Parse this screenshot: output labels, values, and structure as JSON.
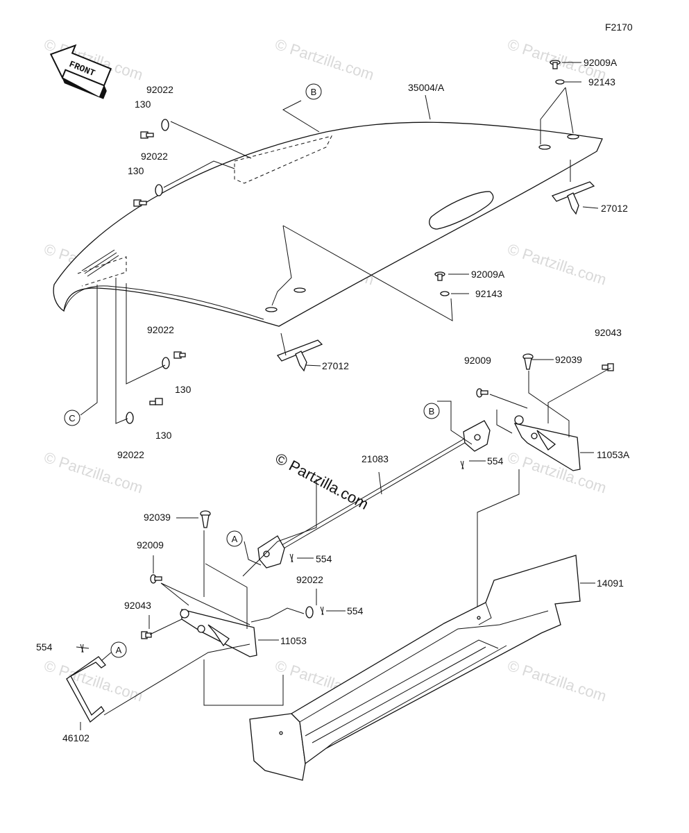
{
  "figure_id": "F2170",
  "front_arrow_label": "FRONT",
  "watermarks": {
    "small": "© Partzilla.com",
    "center": "© Partzilla.com"
  },
  "callouts": [
    "A",
    "B",
    "C"
  ],
  "labels": {
    "l35004": "35004/A",
    "l92009A_top": "92009A",
    "l92143_top": "92143",
    "l27012_right": "27012",
    "l92022_a": "92022",
    "l130_a": "130",
    "l92022_b": "92022",
    "l130_b": "130",
    "l92009A_mid": "92009A",
    "l92143_mid": "92143",
    "l27012_mid": "27012",
    "l92022_c": "92022",
    "l130_c": "130",
    "l130_d": "130",
    "l92022_d": "92022",
    "l92043_right": "92043",
    "l92009_right": "92009",
    "l92039_right": "92039",
    "l21083": "21083",
    "l554_right": "554",
    "l11053A": "11053A",
    "l92039_left": "92039",
    "l92009_left": "92009",
    "l554_mid": "554",
    "l92022_e": "92022",
    "l554_low": "554",
    "l92043_left": "92043",
    "l11053": "11053",
    "l554_far": "554",
    "l14091": "14091",
    "l46102": "46102"
  }
}
